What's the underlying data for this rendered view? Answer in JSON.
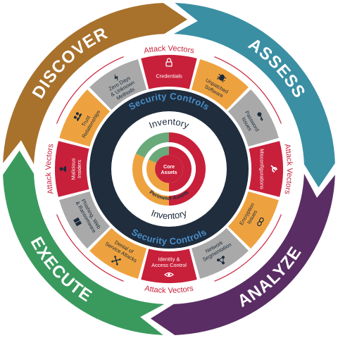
{
  "phases": [
    {
      "label": "DISCOVER",
      "color": "#a8712c"
    },
    {
      "label": "ASSESS",
      "color": "#3a8fa3"
    },
    {
      "label": "ANALYZE",
      "color": "#5a2d64"
    },
    {
      "label": "EXECUTE",
      "color": "#3a9a5e"
    }
  ],
  "attack_vectors_label": "Attack Vectors",
  "security_controls_label": "Security Controls",
  "inventory_label": "Inventory",
  "perimeter_assets_label": "Perimeter Assets",
  "core_assets_label": "Core Assets",
  "segments": [
    {
      "lines": [
        "Credentials"
      ],
      "color": "#c8203a",
      "icon": "lock-icon"
    },
    {
      "lines": [
        "Unpatched",
        "Software"
      ],
      "color": "#eea23f",
      "icon": "bug-icon"
    },
    {
      "lines": [
        "Password",
        "Issues"
      ],
      "color": "#a9a9a9",
      "icon": "key-icon"
    },
    {
      "lines": [
        "Misconfigurations"
      ],
      "color": "#c8203a",
      "icon": "wrench-icon"
    },
    {
      "lines": [
        "Encryption",
        "Issues"
      ],
      "color": "#eea23f",
      "icon": "link-icon"
    },
    {
      "lines": [
        "Network",
        "Segmentation"
      ],
      "color": "#a9a9a9",
      "icon": "network-icon"
    },
    {
      "lines": [
        "Identity &",
        "Access Control"
      ],
      "color": "#c8203a",
      "icon": "eye-icon"
    },
    {
      "lines": [
        "Denial of",
        "Service Attacks"
      ],
      "color": "#eea23f",
      "icon": "arrows-icon"
    },
    {
      "lines": [
        "Phishing, Web",
        "& Ransomware"
      ],
      "color": "#a9a9a9",
      "icon": "book-icon"
    },
    {
      "lines": [
        "Malicious",
        "Insiders"
      ],
      "color": "#c8203a",
      "icon": "user-icon"
    },
    {
      "lines": [
        "Trust",
        "Relationships"
      ],
      "color": "#eea23f",
      "icon": "group-icon"
    },
    {
      "lines": [
        "Zero Days",
        "& Unknown",
        "Methods"
      ],
      "color": "#a9a9a9",
      "icon": "bolt-icon"
    }
  ],
  "colors": {
    "dark_ring": "#1f2d3d",
    "attack_ring_line": "#c8203a",
    "security_controls_text": "#4a8fc9",
    "perimeter_red": "#c8203a",
    "perimeter_orange": "#eea23f",
    "perimeter_green": "#6aa97a",
    "core_red": "#c8203a",
    "core_orange": "#eea23f",
    "core_green": "#6aa97a"
  }
}
